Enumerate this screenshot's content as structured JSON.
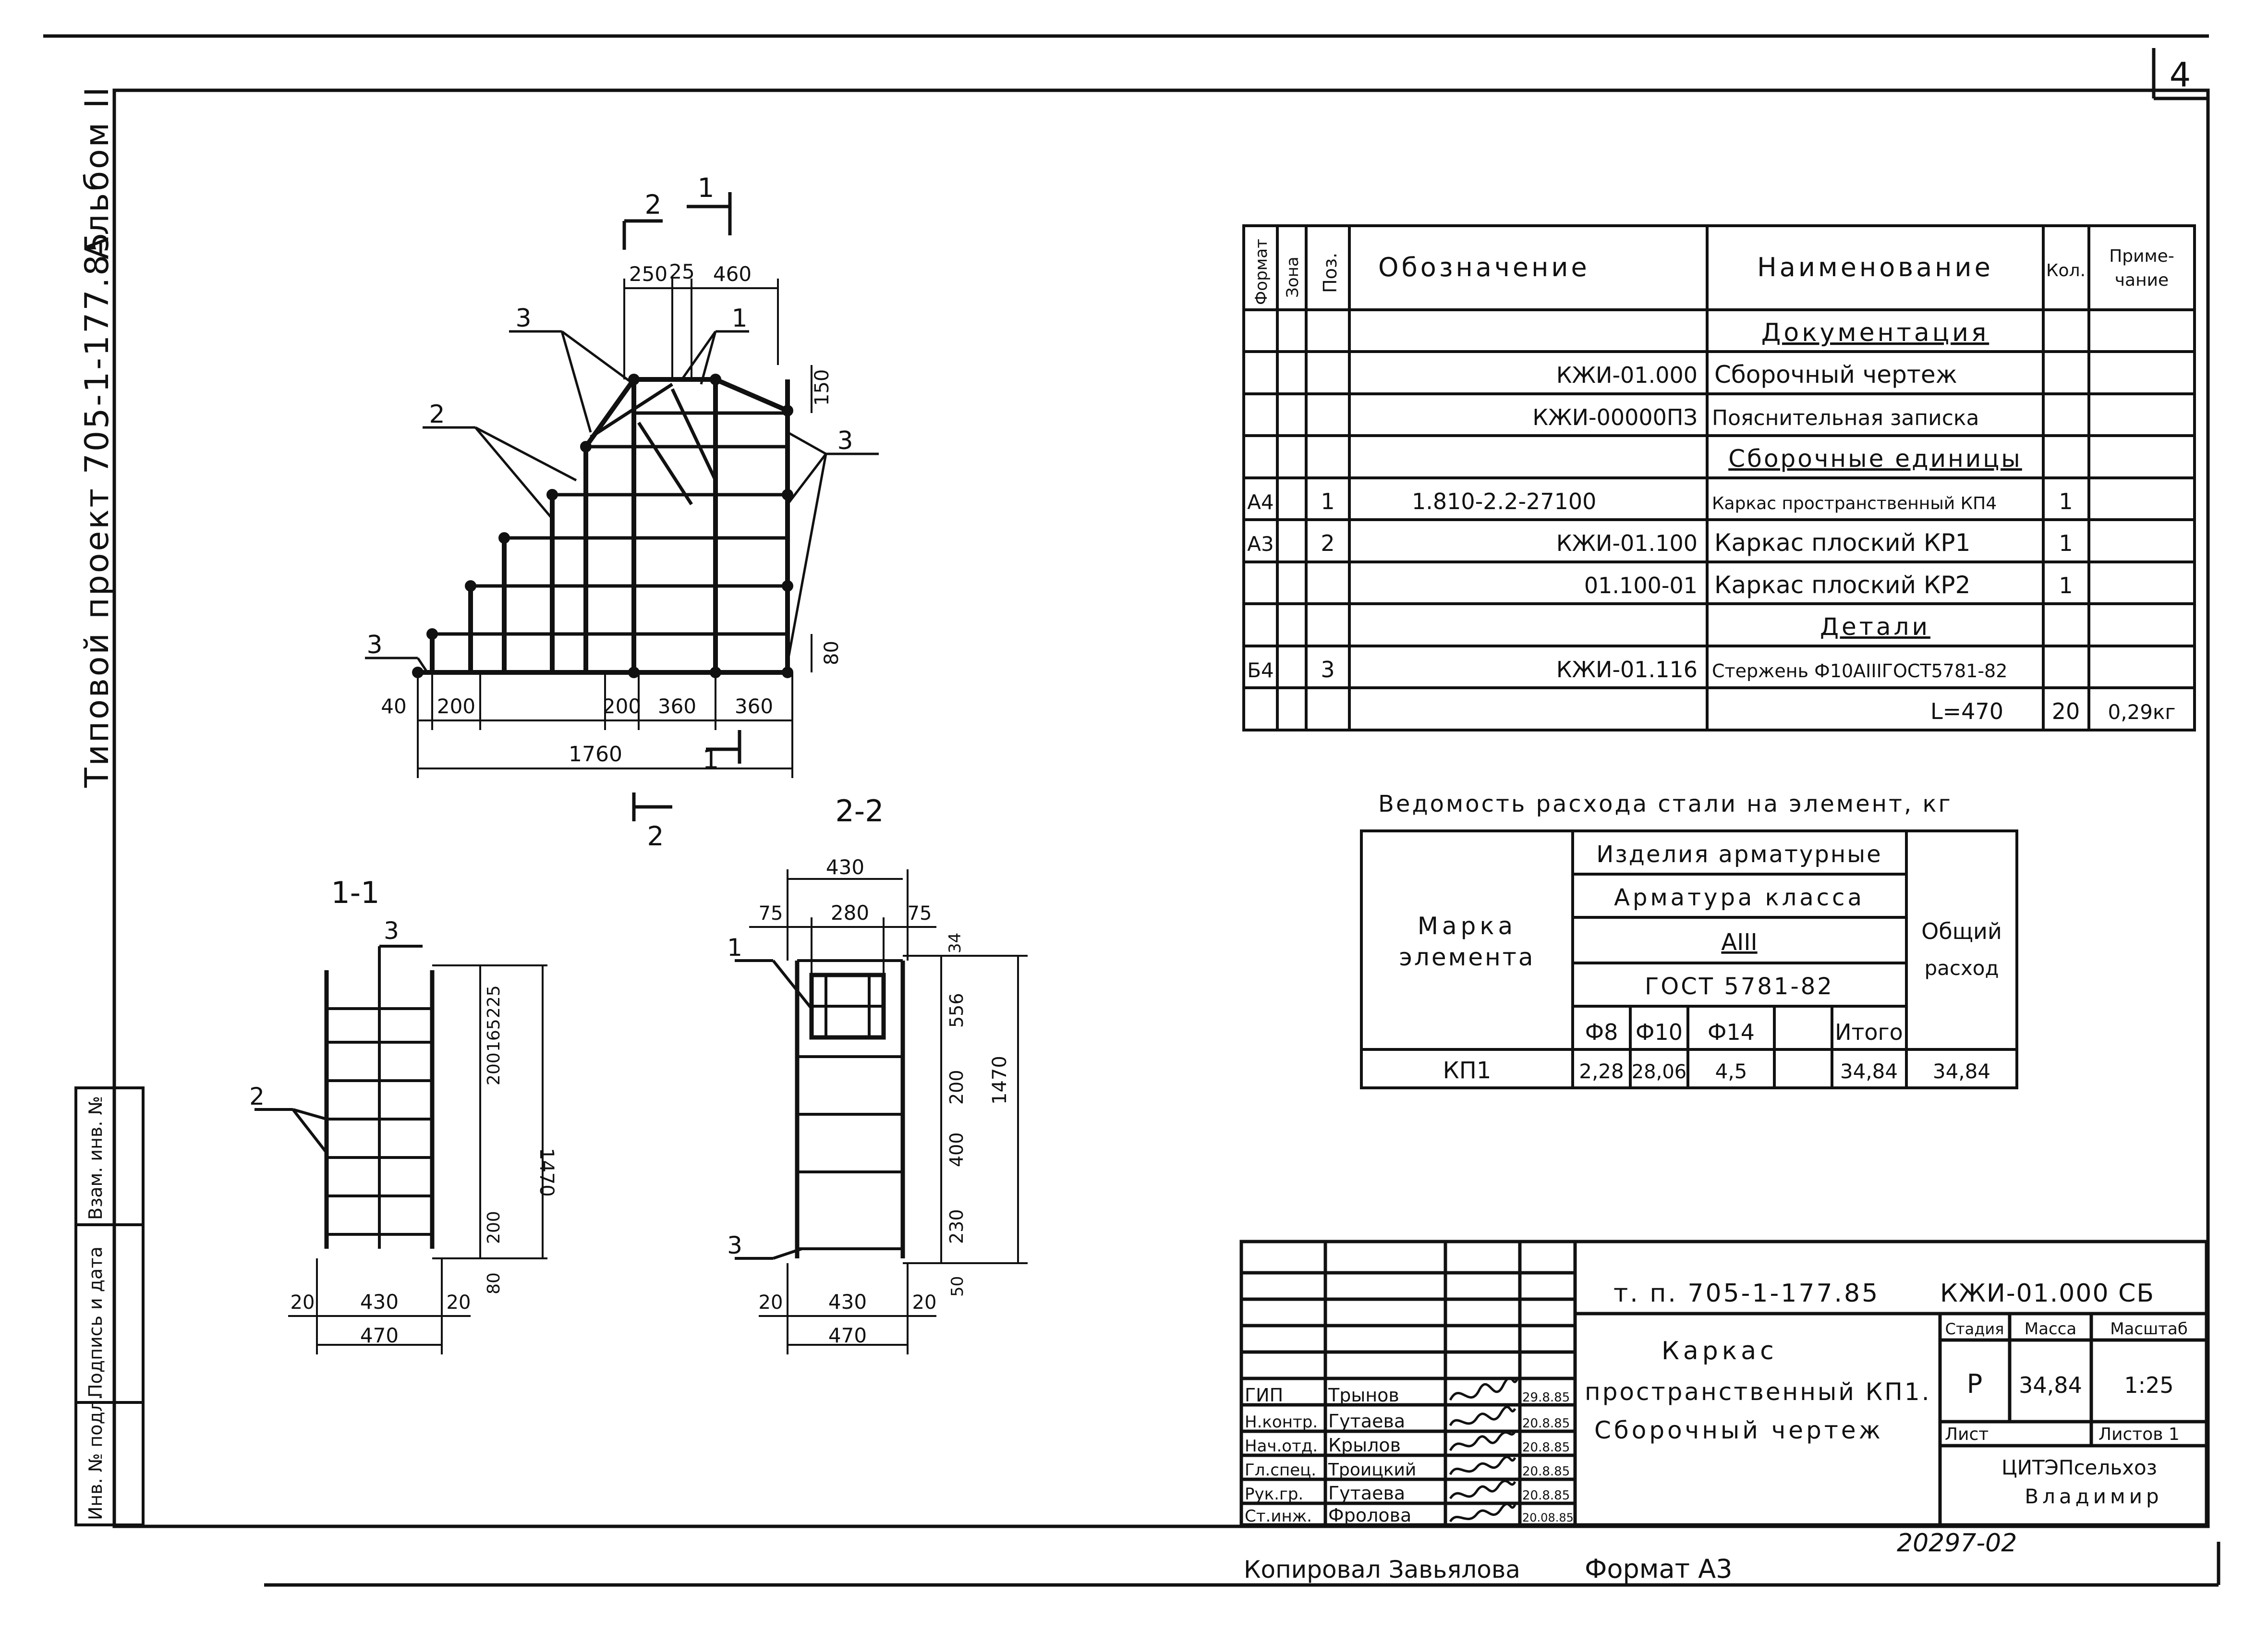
{
  "sheet": {
    "page_number": "4",
    "vertical_title": "Типовой проект 705-1-177.85",
    "album": "Альбом II",
    "copied_by": "Копировал Завьялова",
    "format": "Формат А3",
    "archive_number": "20297-02"
  },
  "side_stamp": [
    "Инв. № подл.",
    "Подпись и дата",
    "Взам. инв. №"
  ],
  "spec_table": {
    "headers": {
      "format": "Формат",
      "zone": "Зона",
      "pos": "Поз.",
      "designation": "Обозначение",
      "name": "Наименование",
      "qty": "Кол.",
      "note_l1": "Приме-",
      "note_l2": "чание"
    },
    "rows": [
      {
        "format": "",
        "zone": "",
        "pos": "",
        "designation": "",
        "name": "Документация",
        "qty": "",
        "note": "",
        "section": true
      },
      {
        "format": "",
        "zone": "",
        "pos": "",
        "designation": "КЖИ-01.000",
        "name": "Сборочный чертеж",
        "qty": "",
        "note": "",
        "section": false
      },
      {
        "format": "",
        "zone": "",
        "pos": "",
        "designation": "КЖИ-00000ПЗ",
        "name": "Пояснительная записка",
        "qty": "",
        "note": "",
        "section": false
      },
      {
        "format": "",
        "zone": "",
        "pos": "",
        "designation": "",
        "name": "Сборочные единицы",
        "qty": "",
        "note": "",
        "section": true
      },
      {
        "format": "А4",
        "zone": "",
        "pos": "1",
        "designation": "1.810-2.2-27100",
        "name": "Каркас пространственный КП4",
        "qty": "1",
        "note": "",
        "section": false
      },
      {
        "format": "А3",
        "zone": "",
        "pos": "2",
        "designation": "КЖИ-01.100",
        "name": "Каркас плоский КР1",
        "qty": "1",
        "note": "",
        "section": false
      },
      {
        "format": "",
        "zone": "",
        "pos": "",
        "designation": "01.100-01",
        "name": "Каркас плоский КР2",
        "qty": "1",
        "note": "",
        "section": false
      },
      {
        "format": "",
        "zone": "",
        "pos": "",
        "designation": "",
        "name": "Детали",
        "qty": "",
        "note": "",
        "section": true
      },
      {
        "format": "Б4",
        "zone": "",
        "pos": "3",
        "designation": "КЖИ-01.116",
        "name": "Стержень Ф10АIIIГОСТ5781-82",
        "qty": "",
        "note": "",
        "section": false
      },
      {
        "format": "",
        "zone": "",
        "pos": "",
        "designation": "",
        "name": "L=470",
        "qty": "20",
        "note": "0,29кг",
        "section": false
      }
    ]
  },
  "steel_table": {
    "title": "Ведомость расхода стали на элемент, кг",
    "mark_l1": "Марка",
    "mark_l2": "элемента",
    "group": "Изделия арматурные",
    "class_label": "Арматура класса",
    "class": "АIII",
    "standard": "ГОСТ 5781-82",
    "total_l1": "Общий",
    "total_l2": "расход",
    "cols": [
      "Ф8",
      "Ф10",
      "Ф14",
      "",
      "Итого"
    ],
    "rows": [
      {
        "mark": "КП1",
        "values": [
          "2,28",
          "28,06",
          "4,5",
          "",
          "34,84"
        ],
        "total": "34,84"
      }
    ]
  },
  "drawing_main": {
    "section_marks": [
      "2",
      "1",
      "1",
      "2"
    ],
    "callouts": [
      "1",
      "2",
      "3",
      "3",
      "3"
    ],
    "dims_top": [
      "250",
      "25",
      "460"
    ],
    "dim_right_top": "150",
    "dim_right_bottom": "80",
    "dims_bottom": [
      "40",
      "200",
      "200",
      "360",
      "360"
    ],
    "dim_overall": "1760"
  },
  "section_1": {
    "label": "1-1",
    "callout_top": "3",
    "callout_left": "2",
    "dims_right": [
      "225",
      "165",
      "200",
      "200",
      "80"
    ],
    "dim_height": "1470",
    "dims_bottom": [
      "20",
      "430",
      "20"
    ],
    "dim_width": "470"
  },
  "section_2": {
    "label": "2-2",
    "dim_top_overall": "430",
    "dims_top": [
      "75",
      "280",
      "75"
    ],
    "callout_left_top": "1",
    "callout_left_bottom": "3",
    "dims_right": [
      "34",
      "556",
      "200",
      "400",
      "230",
      "50"
    ],
    "dim_height": "1470",
    "dims_bottom": [
      "20",
      "430",
      "20"
    ],
    "dim_width": "470"
  },
  "title_block": {
    "project_code": "т. п. 705-1-177.85",
    "doc_code": "КЖИ-01.000 СБ",
    "title_l1": "Каркас",
    "title_l2": "пространственный КП1.",
    "title_l3": "Сборочный чертеж",
    "stage_h": "Стадия",
    "mass_h": "Масса",
    "scale_h": "Масштаб",
    "stage": "Р",
    "mass": "34,84",
    "scale": "1:25",
    "sheet_h": "Лист",
    "sheets_h": "Листов 1",
    "org_l1": "ЦИТЭПсельхоз",
    "org_l2": "Владимир",
    "staff": [
      {
        "role": "ГИП",
        "name": "Трынов",
        "date": "29.8.85"
      },
      {
        "role": "Н.контр.",
        "name": "Гутаева",
        "date": "20.8.85"
      },
      {
        "role": "Нач.отд.",
        "name": "Крылов",
        "date": "20.8.85"
      },
      {
        "role": "Гл.спец.",
        "name": "Троицкий",
        "date": "20.8.85"
      },
      {
        "role": "Рук.гр.",
        "name": "Гутаева",
        "date": "20.8.85"
      },
      {
        "role": "Ст.инж.",
        "name": "Фролова",
        "date": "20.08.85"
      }
    ]
  }
}
